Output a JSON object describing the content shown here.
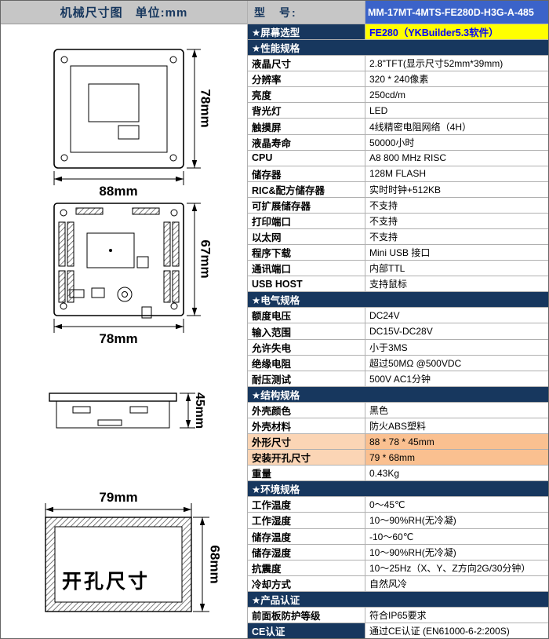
{
  "left_panel": {
    "title": "机械尺寸图　单位:mm",
    "diagrams": {
      "front": {
        "width": "88mm",
        "height": "78mm"
      },
      "back": {
        "width": "78mm",
        "height": "67mm"
      },
      "side": {
        "depth": "45mm"
      },
      "cutout": {
        "width": "79mm",
        "height": "68mm",
        "label": "开孔尺寸"
      }
    }
  },
  "spec_table": {
    "header": {
      "label": "型　号:",
      "value": "MM-17MT-4MTS-FE280D-H3G-A-485"
    },
    "rows": [
      {
        "type": "screen",
        "label": "★屏幕选型",
        "value": "FE280（YKBuilder5.3软件）"
      },
      {
        "type": "section",
        "label": "★性能规格"
      },
      {
        "type": "spec",
        "label": "液晶尺寸",
        "value": "2.8\"TFT(显示尺寸52mm*39mm)"
      },
      {
        "type": "spec",
        "label": "分辨率",
        "value": "320 * 240像素"
      },
      {
        "type": "spec",
        "label": "亮度",
        "value": "250cd/m"
      },
      {
        "type": "spec",
        "label": "背光灯",
        "value": "LED"
      },
      {
        "type": "spec",
        "label": "触摸屏",
        "value": "4线精密电阻网络（4H）"
      },
      {
        "type": "spec",
        "label": "液晶寿命",
        "value": "50000小时"
      },
      {
        "type": "spec",
        "label": "CPU",
        "value": "A8 800 MHz RISC"
      },
      {
        "type": "spec",
        "label": "储存器",
        "value": "128M FLASH"
      },
      {
        "type": "spec",
        "label": "RIC&配方储存器",
        "value": "实时时钟+512KB"
      },
      {
        "type": "spec",
        "label": "可扩展储存器",
        "value": "不支持"
      },
      {
        "type": "spec",
        "label": "打印端口",
        "value": "不支持"
      },
      {
        "type": "spec",
        "label": "以太网",
        "value": "不支持"
      },
      {
        "type": "spec",
        "label": "程序下载",
        "value": "Mini USB 接口"
      },
      {
        "type": "spec",
        "label": "通讯端口",
        "value": "内部TTL"
      },
      {
        "type": "spec",
        "label": "USB HOST",
        "value": "支持鼠标"
      },
      {
        "type": "section",
        "label": "★电气规格"
      },
      {
        "type": "spec",
        "label": "额度电压",
        "value": "DC24V"
      },
      {
        "type": "spec",
        "label": "输入范围",
        "value": "DC15V-DC28V"
      },
      {
        "type": "spec",
        "label": "允许失电",
        "value": "小于3MS"
      },
      {
        "type": "spec",
        "label": "绝缘电阻",
        "value": "超过50MΩ @500VDC"
      },
      {
        "type": "spec",
        "label": "耐压测试",
        "value": "500V AC1分钟"
      },
      {
        "type": "section",
        "label": "★结构规格"
      },
      {
        "type": "spec",
        "label": "外壳颜色",
        "value": "黑色"
      },
      {
        "type": "spec",
        "label": "外壳材料",
        "value": "防火ABS塑料"
      },
      {
        "type": "highlight",
        "label": "外形尺寸",
        "value": "88 * 78 * 45mm"
      },
      {
        "type": "highlight",
        "label": "安装开孔尺寸",
        "value": "79 * 68mm"
      },
      {
        "type": "spec",
        "label": "重量",
        "value": "0.43Kg"
      },
      {
        "type": "section",
        "label": "★环境规格"
      },
      {
        "type": "spec",
        "label": "工作温度",
        "value": "0～45℃"
      },
      {
        "type": "spec",
        "label": "工作湿度",
        "value": "10～90%RH(无冷凝)"
      },
      {
        "type": "spec",
        "label": "储存温度",
        "value": "-10～60℃"
      },
      {
        "type": "spec",
        "label": "储存湿度",
        "value": "10～90%RH(无冷凝)"
      },
      {
        "type": "spec",
        "label": "抗震度",
        "value": "10～25Hz（X、Y、Z方向2G/30分钟）"
      },
      {
        "type": "spec",
        "label": "冷却方式",
        "value": "自然风冷"
      },
      {
        "type": "section",
        "label": "★产品认证"
      },
      {
        "type": "spec",
        "label": "前面板防护等级",
        "value": "符合IP65要求"
      },
      {
        "type": "ce",
        "label": "CE认证",
        "value": "通过CE认证 (EN61000-6-2:200S)"
      }
    ]
  },
  "colors": {
    "section_bg": "#17375E",
    "model_bg": "#3B63C9",
    "screen_value_bg": "#FFFF00",
    "screen_value_text": "#0000FF",
    "highlight_label_bg": "#FBD5B5",
    "highlight_value_bg": "#FAC090",
    "header_gray": "#C6C6C6",
    "grid": "#B0B0B0"
  }
}
